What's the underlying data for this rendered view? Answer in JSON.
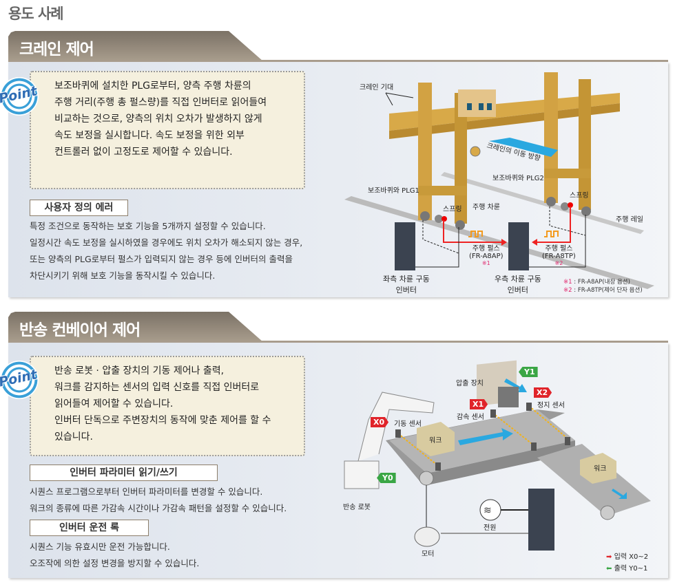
{
  "page_title": "용도 사례",
  "crane": {
    "tab_title": "크레인 제어",
    "point_label": "Point",
    "point_lines": [
      "보조바퀴에 설치한 PLG로부터, 양측 주행 차륜의",
      "주행 거리(주행 총 펄스량)를 직접 인버터로 읽어들여",
      "비교하는 것으로, 양측의 위치 오차가 발생하지 않게",
      "속도 보정을 실시합니다. 속도 보정을 위한 외부",
      "컨트롤러 없이 고정도로 제어할 수 있습니다."
    ],
    "sub_title": "사용자 정의 에러",
    "body_lines": [
      "특정 조건으로 동작하는 보호 기능을 5개까지 설정할 수 있습니다.",
      "일정시간 속도 보정을 실시하였을 경우에도 위치 오차가 해소되지 않는 경우,",
      "또는 양측의 PLG로부터 펄스가 입력되지 않는 경우 등에 인버터의 출력을",
      "차단시키기 위해 보호 기능을 동작시킬 수 있습니다."
    ],
    "diagram": {
      "crane_body": "크레인 기대",
      "move_dir": "크레인의 이동 방향",
      "plg1": "보조바퀴와 PLG1",
      "plg2": "보조바퀴와 PLG2",
      "spring": "스프링",
      "drive_wheel": "주행 차륜",
      "rail": "주행 레일",
      "pulse": "주행 펄스",
      "opt1": "(FR-A8AP)",
      "opt2": "(FR-A8TP)",
      "mark1": "※1",
      "mark2": "※2",
      "left_inv": [
        "좌측 차륜 구동",
        "인버터"
      ],
      "right_inv": [
        "우측 차륜 구동",
        "인버터"
      ],
      "note1": "FR-A8AP(내장 옵션)",
      "note2": "FR-A8TP(제어 단자 옵션)"
    }
  },
  "conveyor": {
    "tab_title": "반송 컨베이어 제어",
    "point_label": "Point",
    "point_lines": [
      "반송 로봇 · 압출 장치의 기동 제어나 출력,",
      "워크를 감지하는 센서의 입력 신호를 직접 인버터로",
      "읽어들여 제어할 수 있습니다.",
      "인버터 단독으로 주변장치의 동작에 맞춘 제어를 할 수",
      "있습니다."
    ],
    "sub1_title": "인버터 파라미터 읽기/쓰기",
    "sub1_lines": [
      "시퀀스 프로그램으로부터 인버터 파라미터를 변경할 수 있습니다.",
      "워크의 종류에 따른 가감속 시간이나 가감속 패턴을 설정할 수 있습니다."
    ],
    "sub2_title": "인버터 운전 록",
    "sub2_lines": [
      "시퀀스 기능 유효시만 운전 가능합니다.",
      "오조작에 의한 설정 변경을 방지할 수 있습니다."
    ],
    "diagram": {
      "pusher": "압출 장치",
      "start_sensor": "기동 센서",
      "decel_sensor": "감속 센서",
      "stop_sensor": "정지 센서",
      "work": "워크",
      "robot": "반송 로봇",
      "power": "전원",
      "motor": "모터",
      "x0": "X0",
      "x1": "X1",
      "x2": "X2",
      "y0": "Y0",
      "y1": "Y1",
      "legend_in": "입력 X0~2",
      "legend_out": "출력 Y0~1"
    }
  }
}
